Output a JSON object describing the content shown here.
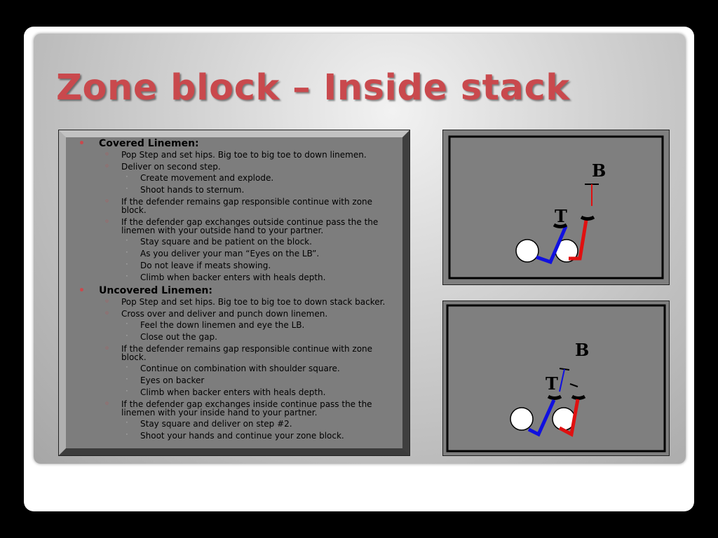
{
  "slide": {
    "title": "Zone block – Inside stack"
  },
  "content": {
    "sections": [
      {
        "heading": "Covered Linemen:",
        "items": [
          {
            "text": "Pop Step and set hips. Big toe to big toe to down linemen."
          },
          {
            "text": "Deliver on second step.",
            "subitems": [
              "Create movement and explode.",
              "Shoot hands to sternum."
            ]
          },
          {
            "text": "If the defender remains gap responsible continue with zone block."
          },
          {
            "text": "If the defender gap exchanges outside continue pass the the linemen with your outside hand to your partner.",
            "subitems": [
              "Stay square and be patient on the block.",
              "As you deliver your man “Eyes on the LB”.",
              "Do not leave if meats showing.",
              "Climb when backer enters with heals depth."
            ]
          }
        ]
      },
      {
        "heading": "Uncovered Linemen:",
        "items": [
          {
            "text": "Pop Step and set hips. Big toe to big toe to down stack backer."
          },
          {
            "text": "Cross over and deliver and punch down linemen.",
            "subitems": [
              "Feel the down linemen and eye the LB.",
              "Close out the gap."
            ]
          },
          {
            "text": "If the defender remains gap responsible continue with zone block.",
            "subitems": [
              "Continue on combination with shoulder square.",
              "Eyes on backer",
              "Climb when backer enters with heals depth."
            ]
          },
          {
            "text": "If the defender gap exchanges inside continue pass the the linemen with your inside hand to your partner.",
            "subitems": [
              "Stay square and deliver on step #2.",
              "Shoot your hands and continue your zone block."
            ]
          }
        ]
      }
    ]
  },
  "diagrams": {
    "top": {
      "label_backer": "B",
      "label_tackle": "T"
    },
    "bottom": {
      "label_backer": "B",
      "label_tackle": "T"
    }
  },
  "colors": {
    "title": "#c9494d",
    "bullet": "#c9494d",
    "blue_route": "#1010e0",
    "red_route": "#e01010"
  }
}
